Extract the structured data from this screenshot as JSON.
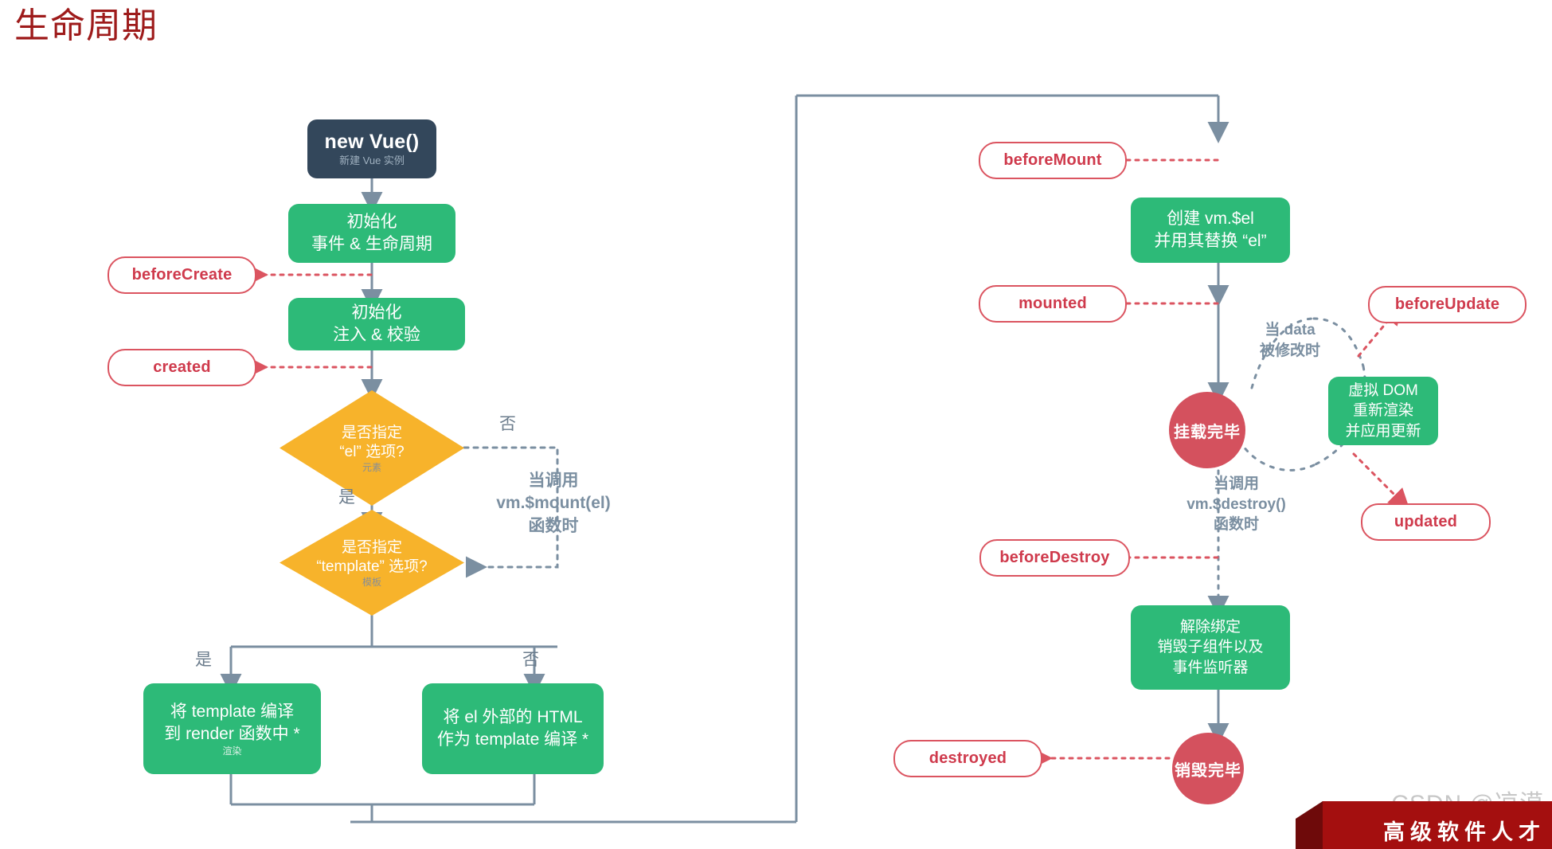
{
  "page": {
    "title": "生命周期"
  },
  "nodes": {
    "start": {
      "title": "new Vue()",
      "subtitle": "新建 Vue 实例"
    },
    "init_events": {
      "line1": "初始化",
      "line2": "事件 & 生命周期"
    },
    "init_inject": {
      "line1": "初始化",
      "line2": "注入 & 校验"
    },
    "diamond_el": {
      "line1": "是否指定",
      "line2": "“el” 选项?",
      "sub": "元素"
    },
    "diamond_template": {
      "line1": "是否指定",
      "line2": "“template” 选项?",
      "sub": "模板"
    },
    "compile_template": {
      "line1": "将 template 编译",
      "line2": "到 render 函数中 *",
      "sub": "渲染"
    },
    "compile_outer_html": {
      "line1": "将 el 外部的 HTML",
      "line2": "作为 template 编译 *"
    },
    "create_el": {
      "line1": "创建  vm.$el",
      "line2": "并用其替换 “el”"
    },
    "vdom_rerender": {
      "line1": "虚拟 DOM",
      "line2": "重新渲染",
      "line3": "并应用更新"
    },
    "teardown": {
      "line1": "解除绑定",
      "line2": "销毁子组件以及",
      "line3": "事件监听器"
    },
    "mounted_circle": {
      "label": "挂载完毕"
    },
    "destroyed_circle": {
      "label": "销毁完毕"
    }
  },
  "hooks": {
    "before_create": "beforeCreate",
    "created": "created",
    "before_mount": "beforeMount",
    "mounted": "mounted",
    "before_update": "beforeUpdate",
    "updated": "updated",
    "before_destroy": "beforeDestroy",
    "destroyed": "destroyed"
  },
  "notes": {
    "mount_call": {
      "line1": "当调用",
      "line2": "vm.$mount(el)",
      "line3": "函数时"
    },
    "destroy_call": {
      "line1": "当调用",
      "line2": "vm.$destroy()",
      "line3": "函数时"
    },
    "data_changed": {
      "line1": "当 data",
      "line2": "被修改时"
    }
  },
  "branch_labels": {
    "el_no": "否",
    "el_yes": "是",
    "template_yes": "是",
    "template_no": "否"
  },
  "watermark": {
    "credit": "CSDN @凉漠",
    "banner": "高级软件人才"
  },
  "colors": {
    "title": "#9e1b1b",
    "start": "#33475b",
    "green": "#2dba78",
    "orange": "#f7b32b",
    "hook": "#db5460",
    "circle": "#d4515e",
    "wire": "#7b8fa1",
    "note": "#7b8fa1",
    "banner": "#a40f0f"
  }
}
